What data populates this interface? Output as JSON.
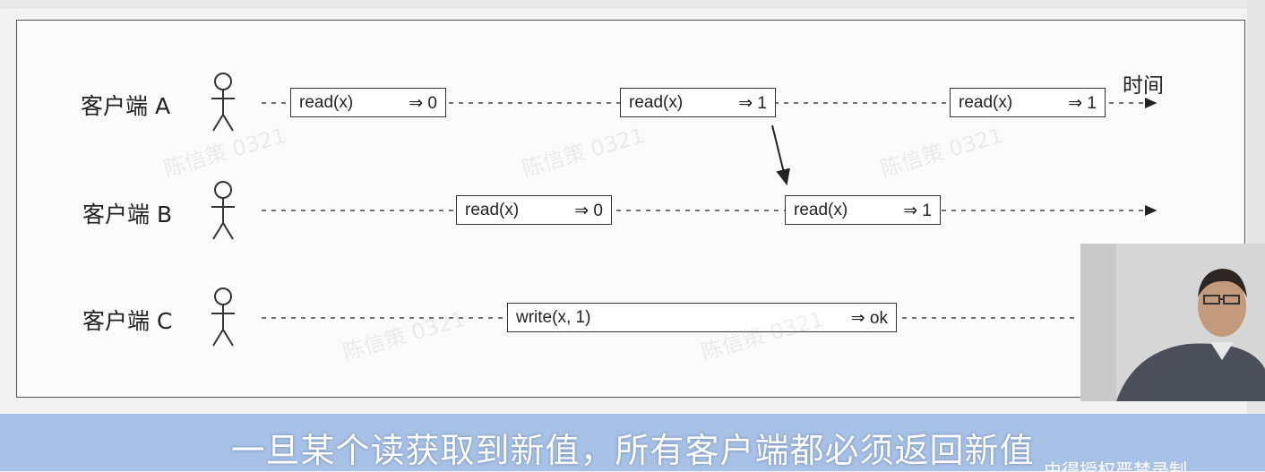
{
  "diagram": {
    "time_label": "时间",
    "clients": [
      {
        "name": "客户端 A"
      },
      {
        "name": "客户端 B"
      },
      {
        "name": "客户端 C"
      }
    ],
    "operations": [
      {
        "client": "A",
        "op": "read(x)",
        "result": "⇒ 0"
      },
      {
        "client": "A",
        "op": "read(x)",
        "result": "⇒ 1"
      },
      {
        "client": "A",
        "op": "read(x)",
        "result": "⇒ 1"
      },
      {
        "client": "B",
        "op": "read(x)",
        "result": "⇒ 0"
      },
      {
        "client": "B",
        "op": "read(x)",
        "result": "⇒ 1"
      },
      {
        "client": "C",
        "op": "write(x, 1)",
        "result": "⇒ ok"
      }
    ],
    "watermark": "陈信策 0321"
  },
  "subtitle": {
    "text": "一旦某个读获取到新值，所有客户端都必须返回新值",
    "corner_text": "由得授权严禁录制"
  },
  "colors": {
    "subtitle_bar": "#a8c1e6",
    "line": "#333333"
  }
}
